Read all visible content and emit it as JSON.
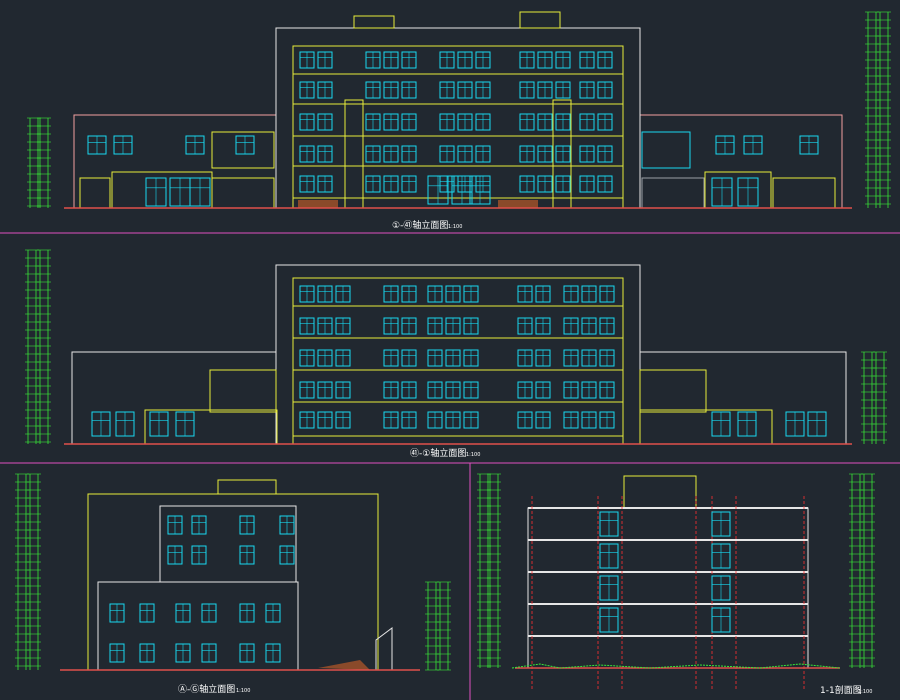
{
  "app": {
    "background": "#212830",
    "colors": {
      "outline": "#e6e6e6",
      "frame_yellow": "#e8ec3a",
      "window_cyan": "#19d9f0",
      "dimension_green": "#38e838",
      "ground_red": "#e0504a",
      "column_red": "#ff3030",
      "pink_outline": "#f2a0a0",
      "brown_feature": "#8a4a2a",
      "divider_magenta": "#e050c0",
      "grey_panel": "#9aa0a6"
    }
  },
  "views": {
    "front_elevation": {
      "title": "①-㊶轴立面图",
      "scale": "1:100"
    },
    "rear_elevation": {
      "title": "㊶-①轴立面图",
      "scale": "1:100"
    },
    "side_elevation": {
      "title": "Ⓐ-Ⓖ轴立面图",
      "scale": "1:100"
    },
    "section": {
      "title": "1-1剖面图",
      "scale": "1:100"
    }
  }
}
